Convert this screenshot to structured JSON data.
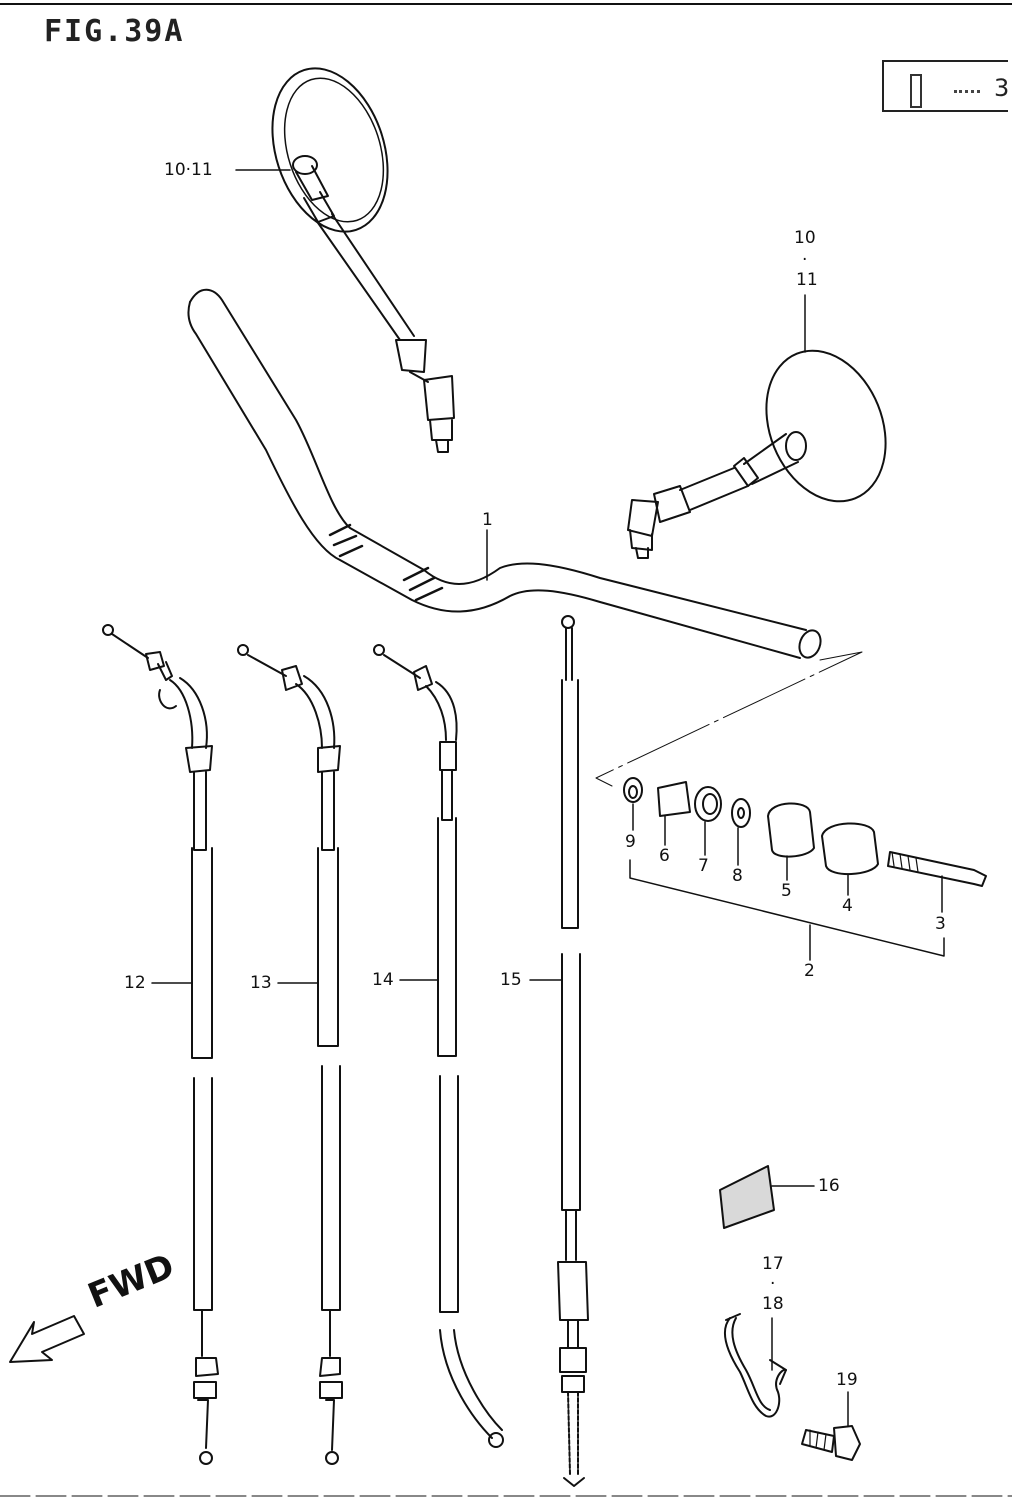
{
  "figure": {
    "title": "FIG.39A"
  },
  "direction": {
    "label": "FWD"
  },
  "callouts": [
    {
      "id": "c-10-11-a",
      "text": "10·11"
    },
    {
      "id": "c-10",
      "text": "10"
    },
    {
      "id": "c-dot",
      "text": "·"
    },
    {
      "id": "c-11",
      "text": "11"
    },
    {
      "id": "c-1",
      "text": "1"
    },
    {
      "id": "c-9",
      "text": "9"
    },
    {
      "id": "c-6",
      "text": "6"
    },
    {
      "id": "c-7",
      "text": "7"
    },
    {
      "id": "c-8",
      "text": "8"
    },
    {
      "id": "c-5",
      "text": "5"
    },
    {
      "id": "c-4",
      "text": "4"
    },
    {
      "id": "c-3",
      "text": "3"
    },
    {
      "id": "c-2",
      "text": "2"
    },
    {
      "id": "c-12",
      "text": "12"
    },
    {
      "id": "c-13",
      "text": "13"
    },
    {
      "id": "c-14",
      "text": "14"
    },
    {
      "id": "c-15",
      "text": "15"
    },
    {
      "id": "c-16",
      "text": "16"
    },
    {
      "id": "c-17",
      "text": "17"
    },
    {
      "id": "c-dot2",
      "text": "·"
    },
    {
      "id": "c-18",
      "text": "18"
    },
    {
      "id": "c-19",
      "text": "19"
    }
  ]
}
